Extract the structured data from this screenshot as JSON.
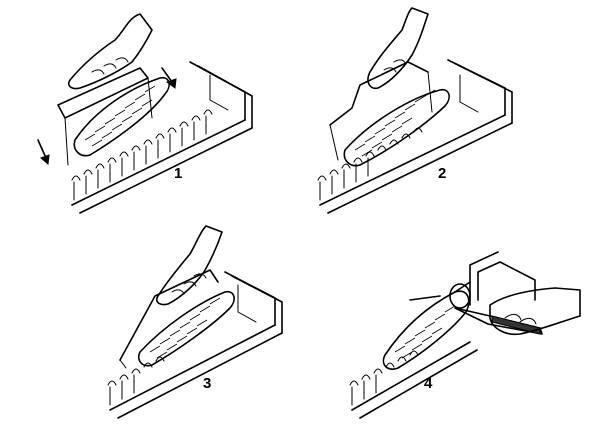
{
  "panels": [
    {
      "id": "panel-1",
      "step": "1"
    },
    {
      "id": "panel-2",
      "step": "2"
    },
    {
      "id": "panel-3",
      "step": "3"
    },
    {
      "id": "panel-4",
      "step": "4"
    }
  ],
  "icons": {
    "hand": "hand-icon",
    "fish": "fish-icon",
    "rack": "drying-rack-icon",
    "arrow": "arrow-icon",
    "knife": "knife-icon"
  }
}
